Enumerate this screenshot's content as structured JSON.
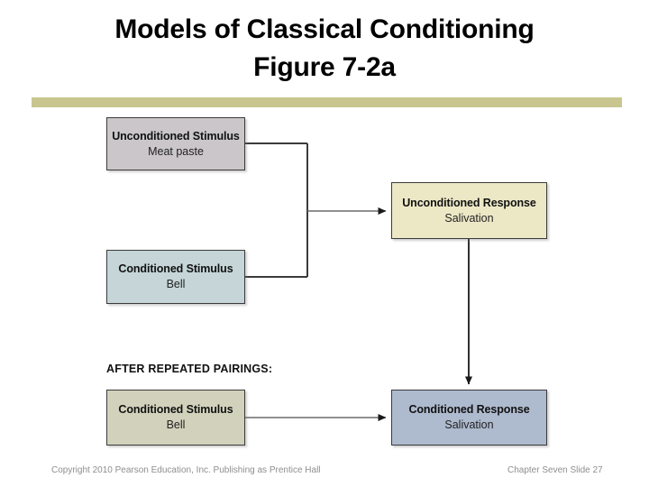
{
  "slide": {
    "title_line1": "Models of Classical Conditioning",
    "title_line2": "Figure 7-2a",
    "accent_bar_color": "#c8c68e",
    "background_color": "#ffffff"
  },
  "diagram": {
    "caption": "AFTER REPEATED PAIRINGS:",
    "nodes": [
      {
        "id": "unconditioned-stimulus",
        "title": "Unconditioned Stimulus",
        "subtitle": "Meat paste",
        "fill": "#cac6c9"
      },
      {
        "id": "conditioned-stimulus",
        "title": "Conditioned Stimulus",
        "subtitle": "Bell",
        "fill": "#c5d5d8"
      },
      {
        "id": "unconditioned-response",
        "title": "Unconditioned Response",
        "subtitle": "Salivation",
        "fill": "#ece8c6"
      },
      {
        "id": "conditioned-stimulus-after",
        "title": "Conditioned Stimulus",
        "subtitle": "Bell",
        "fill": "#d2d2bc"
      },
      {
        "id": "conditioned-response",
        "title": "Conditioned Response",
        "subtitle": "Salivation",
        "fill": "#aebace"
      }
    ],
    "connectors": [
      {
        "id": "us-to-bracket",
        "from": "unconditioned-stimulus",
        "to": "pairing-bracket",
        "arrow": false
      },
      {
        "id": "cs-to-bracket",
        "from": "conditioned-stimulus",
        "to": "pairing-bracket",
        "arrow": false
      },
      {
        "id": "bracket-to-ur",
        "from": "pairing-bracket",
        "to": "unconditioned-response",
        "arrow": true
      },
      {
        "id": "ur-to-cr",
        "from": "unconditioned-response",
        "to": "conditioned-response",
        "arrow": true
      },
      {
        "id": "cs2-to-cr",
        "from": "conditioned-stimulus-after",
        "to": "conditioned-response",
        "arrow": true
      }
    ]
  },
  "footer": {
    "copyright": "Copyright 2010 Pearson Education, Inc. Publishing as Prentice Hall",
    "slide_reference": "Chapter Seven Slide 27"
  }
}
